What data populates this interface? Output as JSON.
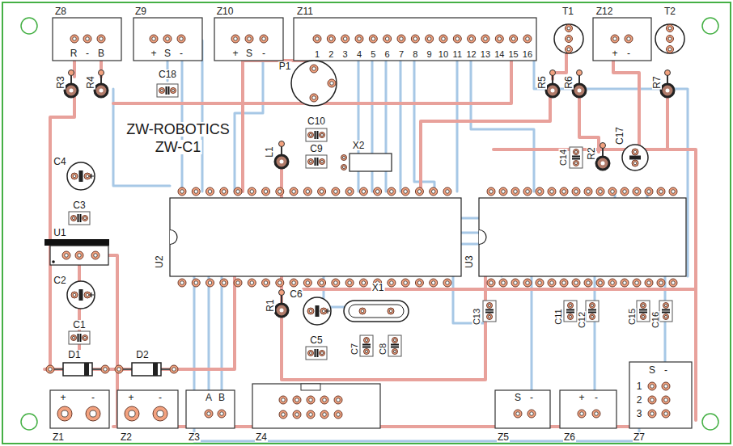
{
  "diagram": {
    "labels": [
      "Z8",
      "Z9",
      "Z10",
      "Z11",
      "T1",
      "Z12",
      "T2",
      "R",
      "-",
      "B",
      "+",
      "S",
      "-",
      "+",
      "S",
      "-",
      "1",
      "2",
      "3",
      "4",
      "5",
      "6",
      "7",
      "8",
      "9",
      "10",
      "11",
      "12",
      "13",
      "14",
      "15",
      "16",
      "+",
      "-",
      "R3",
      "R4",
      "C18",
      "P1",
      "R5",
      "R6",
      "R7",
      "ZW-ROBOTICS",
      "ZW-C1",
      "C10",
      "L1",
      "C9",
      "X2",
      "C14",
      "R2",
      "C17",
      "C4",
      "C3",
      "U1",
      "U2",
      "U3",
      "C2",
      "R1",
      "C6",
      "X1",
      "C13",
      "C11",
      "C12",
      "C15",
      "C16",
      "C1",
      "C5",
      "C7",
      "C8",
      "D1",
      "D2",
      "+",
      "-",
      "+",
      "-",
      "A",
      "B",
      "S",
      "-",
      "+",
      "-",
      "S",
      "-",
      "1",
      "2",
      "3",
      "Z1",
      "Z2",
      "Z3",
      "Z4",
      "Z5",
      "Z6",
      "Z7"
    ]
  }
}
